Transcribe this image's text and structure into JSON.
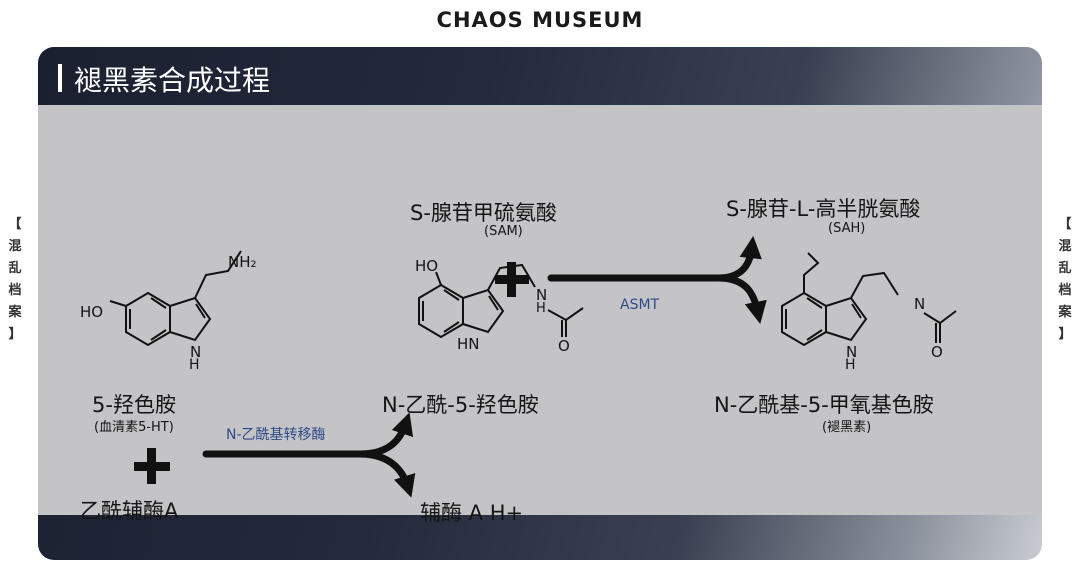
{
  "header": {
    "brand": "CHAOS MUSEUM"
  },
  "side_label": [
    "【",
    "混",
    "乱",
    "档",
    "案",
    "】"
  ],
  "card": {
    "title": "褪黑素合成过程"
  },
  "diagram": {
    "serotonin": {
      "name": "5-羟色胺",
      "note": "(血清素5-HT)",
      "ho": "HO",
      "nh2": "NH₂",
      "nh": "N",
      "h": "H"
    },
    "acetyl_coa": {
      "name": "乙酰辅酶A"
    },
    "enzyme1": {
      "name": "N-乙酰基转移酶"
    },
    "coa_h": {
      "name": "辅酶 A  H+"
    },
    "nas": {
      "name": "N-乙酰-5-羟色胺",
      "ho": "HO",
      "nh": "HN",
      "n": "N",
      "h": "H",
      "o": "O"
    },
    "sam": {
      "name": "S-腺苷甲硫氨酸",
      "abbr": "(SAM)"
    },
    "enzyme2": {
      "name": "ASMT"
    },
    "sah": {
      "name": "S-腺苷-L-高半胱氨酸",
      "abbr": "(SAH)"
    },
    "melatonin": {
      "name": "N-乙酰基-5-甲氧基色胺",
      "note": "(褪黑素)",
      "n": "N",
      "h": "H",
      "nh": "N",
      "o": "O"
    },
    "plus": "+"
  }
}
